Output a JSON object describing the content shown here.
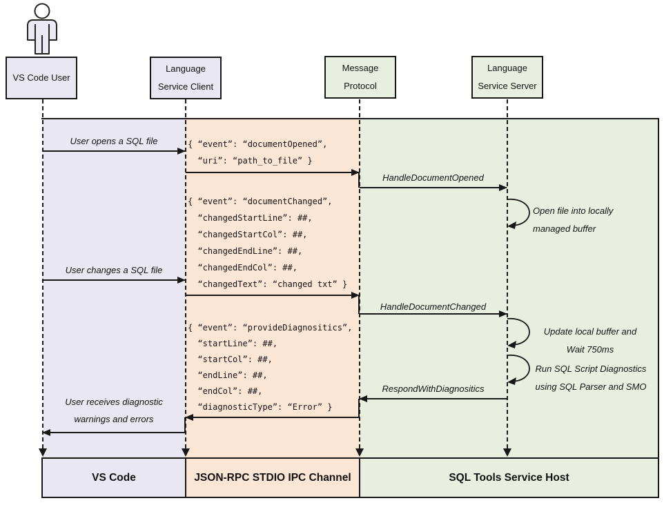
{
  "colors": {
    "lavender": "#e9e7f1",
    "peach": "#fbe6d6",
    "green": "#e8efe1",
    "line": "#171717"
  },
  "actors": {
    "user": {
      "line1": "VS Code User",
      "line2": ""
    },
    "client": {
      "line1": "Language",
      "line2": "Service Client"
    },
    "protocol": {
      "line1": "Message",
      "line2": "Protocol"
    },
    "server": {
      "line1": "Language",
      "line2": "Service Server"
    }
  },
  "lanes": {
    "vscode": "VS Code",
    "ipc": "JSON-RPC STDIO IPC Channel",
    "host": "SQL Tools Service Host"
  },
  "labels": {
    "open_file": "User opens a SQL file",
    "changes_file": "User changes a SQL file",
    "receives_line1": "User receives diagnostic",
    "receives_line2": "warnings and errors",
    "handle_opened": "HandleDocumentOpened",
    "handle_changed": "HandleDocumentChanged",
    "respond": "RespondWithDiagnositics",
    "loop1_line1": "Open file into locally",
    "loop1_line2": "managed buffer",
    "loop2_line1": "Update local buffer and",
    "loop2_line2": "Wait 750ms",
    "loop3_line1": "Run SQL Script Diagnostics",
    "loop3_line2": "using SQL Parser and SMO"
  },
  "payloads": {
    "opened": [
      "{ “event”: “documentOpened”,",
      "  “uri”: “path_to_file” }"
    ],
    "changed": [
      "{ “event”: “documentChanged”,",
      "  “changedStartLine”: ##,",
      "  “changedStartCol”: ##,",
      "  “changedEndLine”: ##,",
      "  “changedEndCol”: ##,",
      "  “changedText”: “changed txt” }"
    ],
    "diagnostics": [
      "{ “event”: “provideDiagnositics”,",
      "  “startLine”: ##,",
      "  “startCol”: ##,",
      "  “endLine”: ##,",
      "  “endCol”: ##,",
      "  “diagnosticType”: “Error” }"
    ]
  }
}
